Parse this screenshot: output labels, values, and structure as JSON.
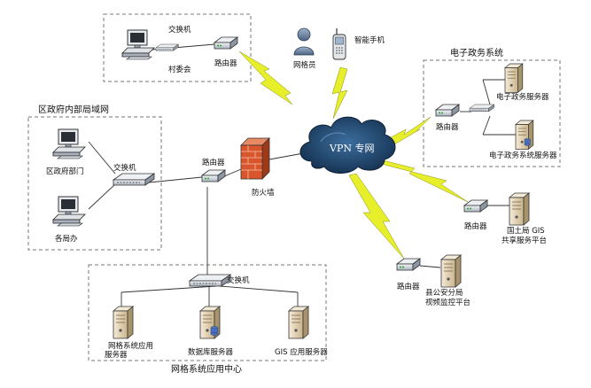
{
  "colors": {
    "cloud": "#17365d",
    "cloud_light": "#2f5f8f",
    "lightning": "#e6ef2a",
    "firewall": "#d9552b",
    "device": "#d6dde6",
    "server": "#e8d8b8",
    "region_border": "#777777"
  },
  "regions": {
    "village": {
      "title": ""
    },
    "district_lan": {
      "title": "区政府内部局域网"
    },
    "egov": {
      "title": "电子政务系统"
    },
    "grid_center": {
      "title": "网格系统应用中心"
    }
  },
  "nodes": {
    "cloud": {
      "label": "VPN 专网",
      "icon": "cloud-icon"
    },
    "firewall": {
      "label": "防火墙",
      "icon": "firewall-icon"
    },
    "router_village": {
      "label": "路由器",
      "icon": "router-icon"
    },
    "switch_village": {
      "label": "交换机",
      "icon": "switch-icon"
    },
    "pc_village": {
      "label": "村委会",
      "icon": "pc-icon"
    },
    "grid_staff": {
      "label": "网格员",
      "icon": "person-icon"
    },
    "smartphone": {
      "label": "智能手机",
      "icon": "phone-icon"
    },
    "router_district": {
      "label": "路由器",
      "icon": "router-icon"
    },
    "switch_district": {
      "label": "交换机",
      "icon": "switch-icon"
    },
    "pc_gov_dept": {
      "label": "区政府部门",
      "icon": "pc-icon"
    },
    "pc_bureaus": {
      "label": "各局办",
      "icon": "pc-icon"
    },
    "switch_center": {
      "label": "交换机",
      "icon": "switch-icon"
    },
    "server_grid_app": {
      "label_line1": "网格系统应用",
      "label_line2": "服务器",
      "icon": "server-icon"
    },
    "server_db": {
      "label": "数据库服务器",
      "icon": "server-icon"
    },
    "server_gis_app": {
      "label": "GIS 应用服务器",
      "icon": "server-icon"
    },
    "router_egov": {
      "label": "路由器",
      "icon": "router-icon"
    },
    "switch_egov": {
      "label": "",
      "icon": "switch-icon"
    },
    "server_egov": {
      "label": "电子政务服务器",
      "icon": "server-icon"
    },
    "server_egov_sys": {
      "label": "电子政务系统服务器",
      "icon": "server-icon"
    },
    "router_land": {
      "label": "路由器",
      "icon": "router-icon"
    },
    "server_land": {
      "label_line1": "国土局 GIS",
      "label_line2": "共享服务平台",
      "icon": "server-icon"
    },
    "router_police": {
      "label": "路由器",
      "icon": "router-icon"
    },
    "server_police": {
      "label_line1": "县公安分局",
      "label_line2": "视频监控平台",
      "icon": "server-icon"
    }
  }
}
